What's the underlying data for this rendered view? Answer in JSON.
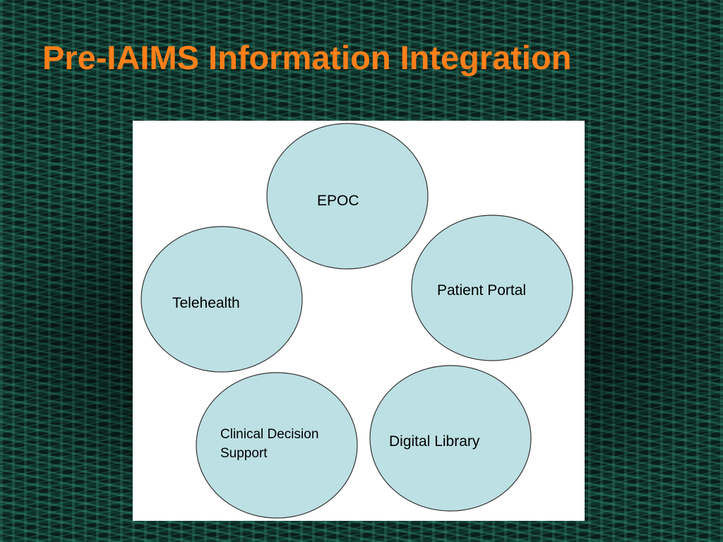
{
  "slide": {
    "title": "Pre-IAIMS Information Integration"
  },
  "diagram": {
    "nodes": [
      {
        "id": "epoc",
        "lines": [
          "EPOC"
        ]
      },
      {
        "id": "patient-portal",
        "lines": [
          "Patient Portal"
        ]
      },
      {
        "id": "telehealth",
        "lines": [
          "Telehealth"
        ]
      },
      {
        "id": "clinical-decision-support",
        "lines": [
          "Clinical Decision",
          "Support"
        ]
      },
      {
        "id": "digital-library",
        "lines": [
          "Digital Library"
        ]
      }
    ]
  },
  "colors": {
    "title": "#ff7f1a",
    "bubble_fill": "#bde0e4",
    "bubble_stroke": "#333333",
    "panel": "#ffffff"
  }
}
